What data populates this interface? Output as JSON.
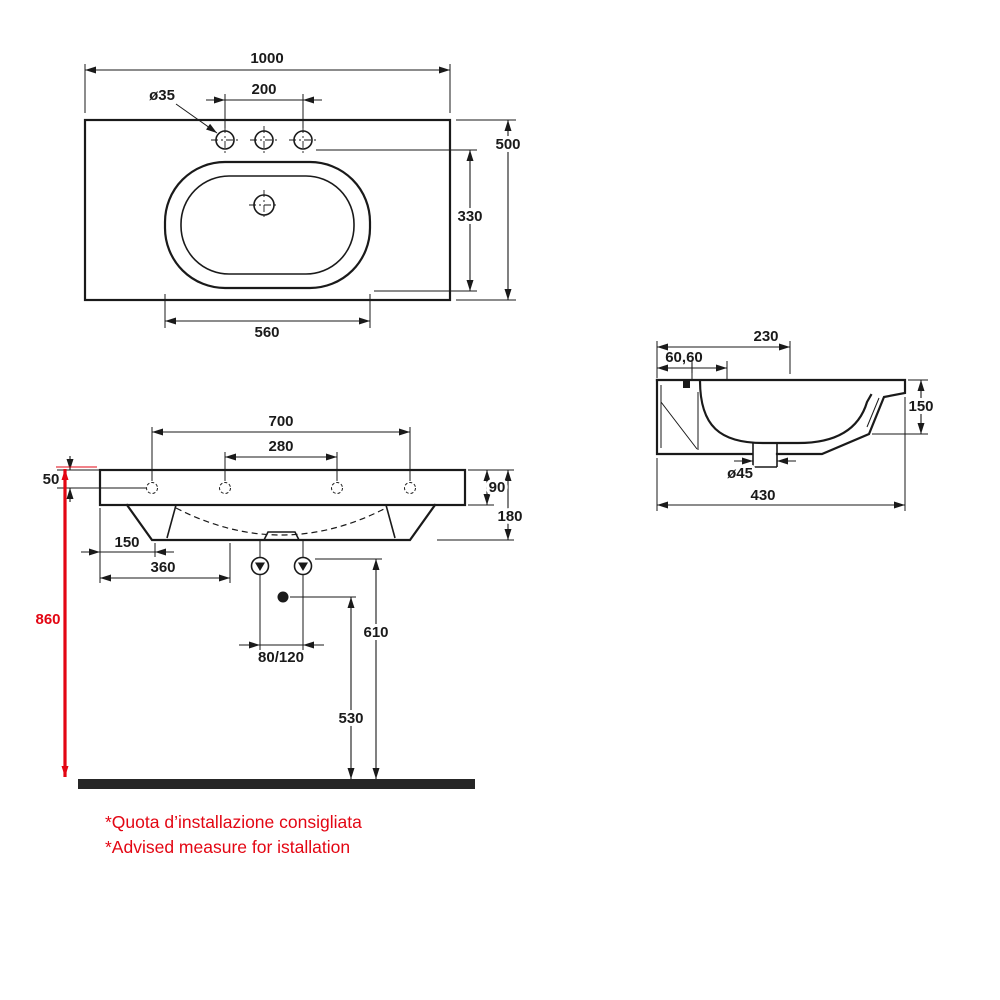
{
  "colors": {
    "ink": "#1a1a1a",
    "accent_red": "#e30613",
    "floor": "#262626"
  },
  "top_view": {
    "overall_width": "1000",
    "overall_depth": "500",
    "tap_hole_diameter": "ø35",
    "tap_hole_spacing": "200",
    "bowl_front_distance": "330",
    "bowl_width": "560"
  },
  "front_view": {
    "fixing_centres": "700",
    "inner_centres": "280",
    "top_to_fixings": "50",
    "apron_height": "90",
    "overall_height": "180",
    "side_inset": "150",
    "left_span": "360",
    "supply_centres": "80/120",
    "supply_height": "610",
    "waste_height": "530",
    "installation_height": "860"
  },
  "side_view": {
    "bowl_depth": "230",
    "rear_offsets": "60,60",
    "front_height": "150",
    "waste_diameter": "ø45",
    "overall_depth": "430"
  },
  "notes": {
    "line1": "*Quota d’installazione consigliata",
    "line2": "*Advised measure for istallation"
  }
}
